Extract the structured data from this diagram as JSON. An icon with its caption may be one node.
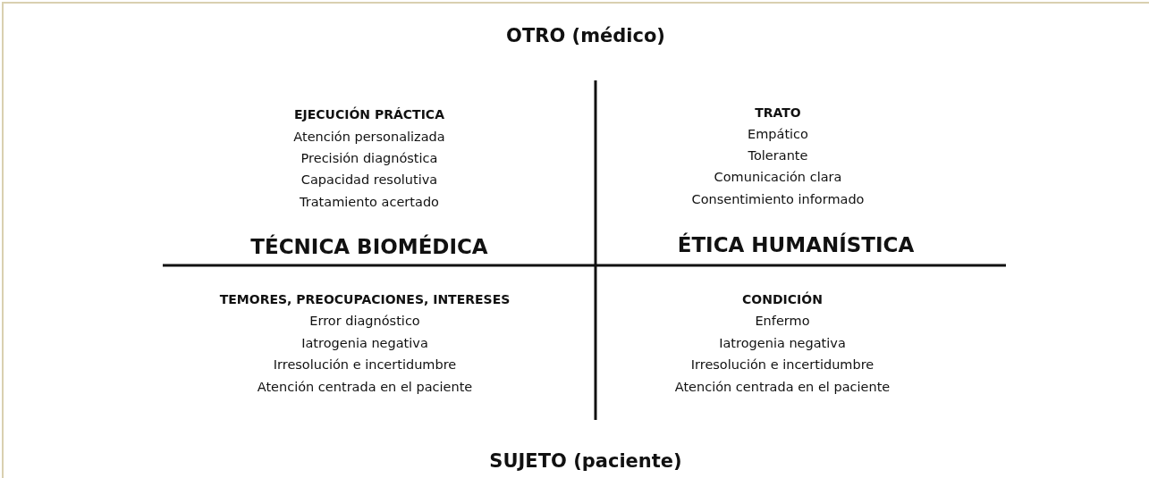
{
  "diagram": {
    "labels": [
      "OTRO (médico)",
      "EJECUCIÓN PRÁCTICA",
      "Atención personalizada",
      "Precisión diagnóstica",
      "Capacidad resolutiva",
      "Tratamiento acertado",
      "TRATO",
      "Empático",
      "Tolerante",
      "Comunicación clara",
      "Consentimiento informado",
      "TÉCNICA BIOMÉDICA",
      "ÉTICA HUMANÍSTICA",
      "TEMORES, PREOCUPACIONES, INTERESES",
      "Error diagnóstico",
      "Iatrogenia negativa",
      "Irresolución e incertidumbre",
      "Atención centrada en el paciente",
      "CONDICIÓN",
      "Enfermo",
      "Iatrogenia negativa",
      "Irresolución e incertidumbre",
      "Atención centrada en el paciente",
      "SUJETO (paciente)"
    ]
  }
}
